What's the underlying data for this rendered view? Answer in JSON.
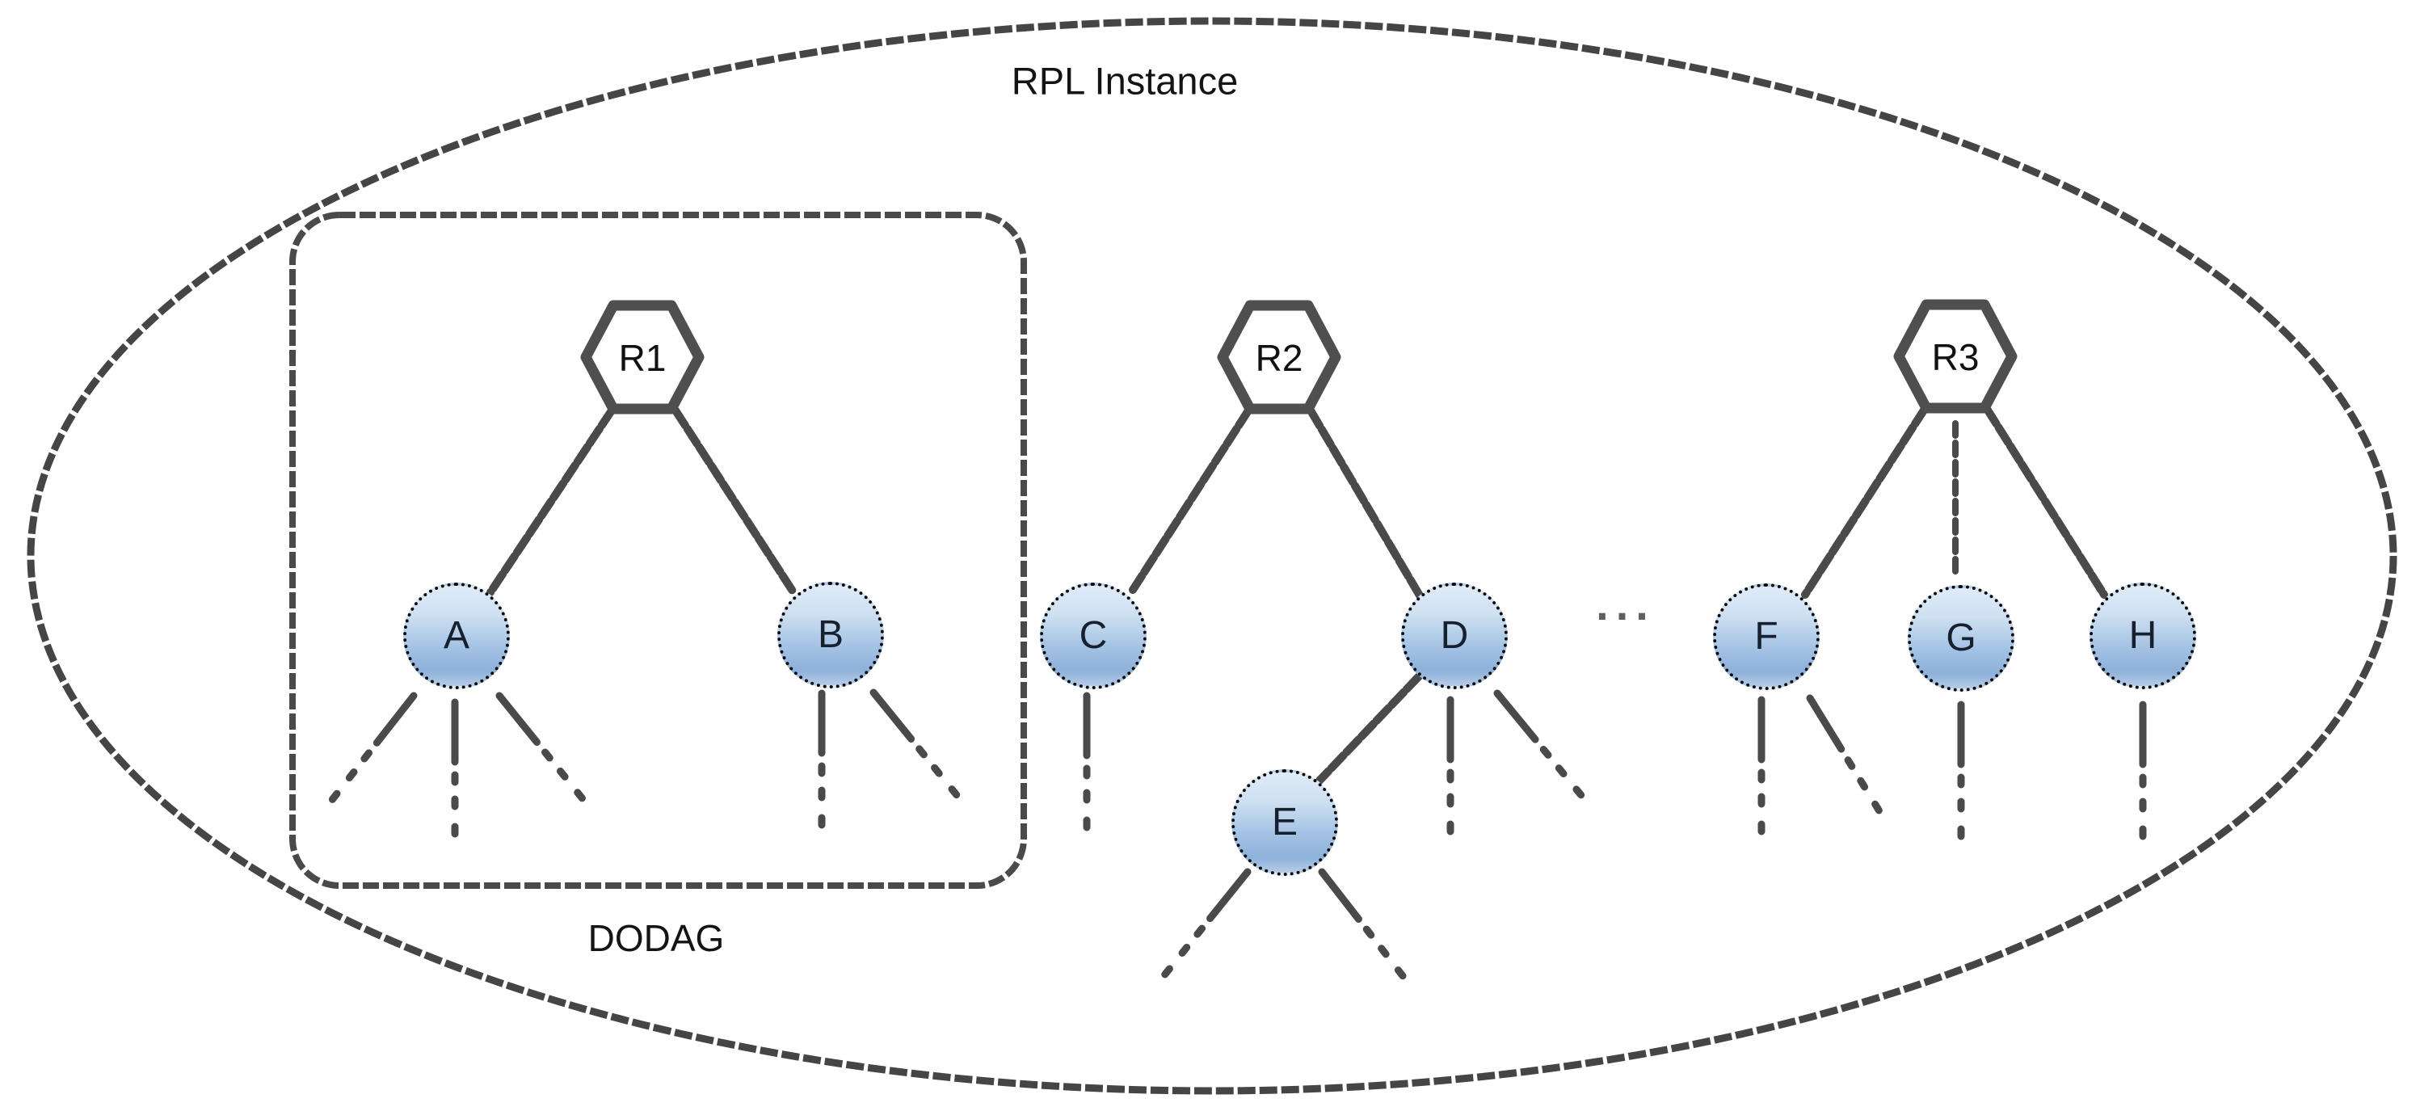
{
  "diagram": {
    "title": "RPL Instance",
    "dodag_label": "DODAG",
    "ellipsis": "...",
    "roots": [
      {
        "id": "r1",
        "label": "R1"
      },
      {
        "id": "r2",
        "label": "R2"
      },
      {
        "id": "r3",
        "label": "R3"
      }
    ],
    "nodes": [
      {
        "id": "a",
        "label": "A"
      },
      {
        "id": "b",
        "label": "B"
      },
      {
        "id": "c",
        "label": "C"
      },
      {
        "id": "d",
        "label": "D"
      },
      {
        "id": "e",
        "label": "E"
      },
      {
        "id": "f",
        "label": "F"
      },
      {
        "id": "g",
        "label": "G"
      },
      {
        "id": "h",
        "label": "H"
      }
    ],
    "colors": {
      "boundary_line": "#454545",
      "edge_line": "#4a4a4a",
      "hexagon_stroke": "#4f4f4f",
      "node_fill_top": "#e0ebf8",
      "node_fill_bottom": "#8db1d9"
    }
  }
}
